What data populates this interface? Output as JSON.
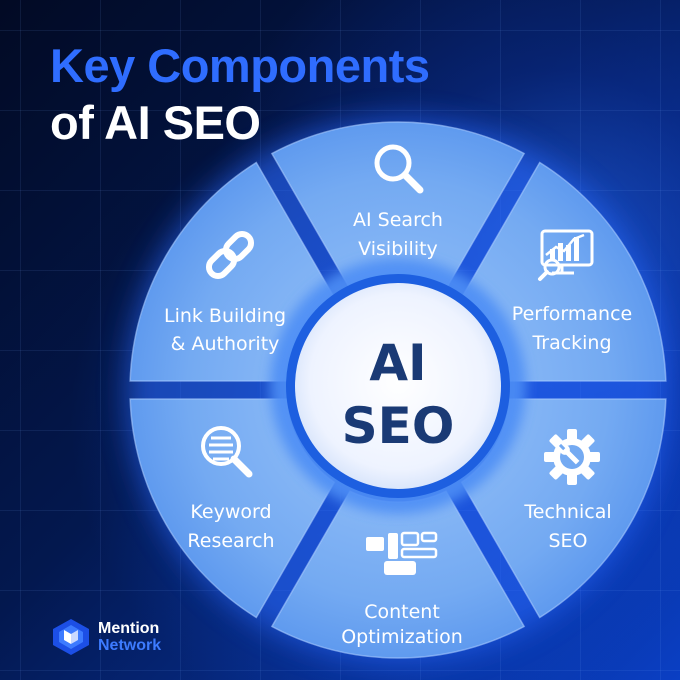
{
  "title": {
    "line1": "Key Components",
    "line2": "of AI SEO"
  },
  "hub": {
    "line1": "AI",
    "line2": "SEO"
  },
  "segments": [
    {
      "line1": "AI Search",
      "line2": "Visibility",
      "icon": "magnifier-icon"
    },
    {
      "line1": "Performance",
      "line2": "Tracking",
      "icon": "growth-chart-icon"
    },
    {
      "line1": "Technical",
      "line2": "SEO",
      "icon": "gear-wrench-icon"
    },
    {
      "line1": "Content",
      "line2": "Optimization",
      "icon": "content-cards-icon"
    },
    {
      "line1": "Keyword",
      "line2": "Research",
      "icon": "document-search-icon"
    },
    {
      "line1": "Link Building",
      "line2": "& Authority",
      "icon": "chain-link-icon"
    }
  ],
  "brand": {
    "line1": "Mention",
    "line2": "Network",
    "icon": "mention-network-logo"
  },
  "colors": {
    "title_accent": "#2f6dff",
    "title_main": "#ffffff",
    "segment_fill": "#74aaf2",
    "hub_fill": "#f2f6ff",
    "hub_text": "#1a3a75",
    "brand_accent": "#3d7bff"
  }
}
